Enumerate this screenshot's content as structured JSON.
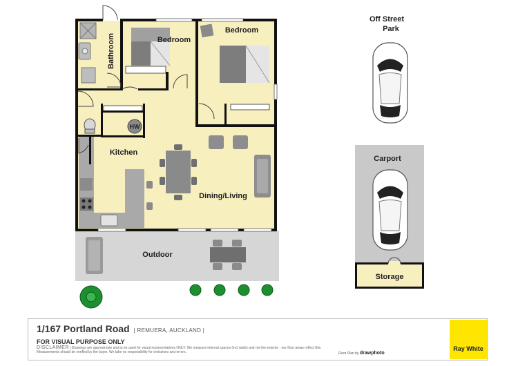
{
  "floorplan": {
    "rooms": {
      "bathroom": "Bathroom",
      "bedroom_1": "Bedroom",
      "bedroom_2": "Bedroom",
      "hw": "HW",
      "kitchen": "Kitchen",
      "dining_living": "Dining/Living",
      "outdoor": "Outdoor",
      "off_street_park_line1": "Off Street",
      "off_street_park_line2": "Park",
      "carport": "Carport",
      "storage": "Storage"
    },
    "colors": {
      "floor": "#f8efbf",
      "walls": "#111111",
      "outdoor": "#d6d6d6",
      "carport": "#c9c9c9",
      "furniture": "#a7a7a7",
      "plants": "#1e8f30",
      "brand_yellow": "#ffe600"
    }
  },
  "footer": {
    "address": "1/167 Portland Road",
    "suburb": "| REMUERA, AUCKLAND |",
    "visual_purpose": "FOR VISUAL PURPOSE ONLY",
    "disclaimer_title": "DISCLAIMER",
    "disclaimer_text": "| Drawings are approximate and to be used for visual representations ONLY. We measure internal spaces (incl walls) and not the exterior - our floor areas reflect this. Measurements should be verified by the buyer. We take no responsibility for omissions and errors.",
    "credit_prefix": "Floor Plan by",
    "credit_brand": "drawphoto",
    "brand": "Ray White"
  }
}
